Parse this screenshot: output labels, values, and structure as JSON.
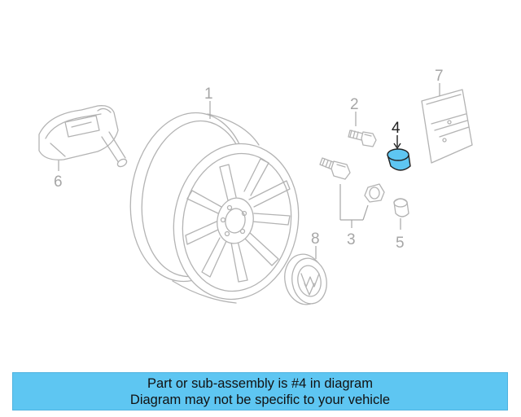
{
  "diagram": {
    "callouts": {
      "c1": "1",
      "c2": "2",
      "c3": "3",
      "c4": "4",
      "c5": "5",
      "c6": "6",
      "c7": "7",
      "c8": "8"
    },
    "highlighted_part": "4",
    "highlight_color": "#5ec6f2"
  },
  "banner": {
    "line1": "Part or sub-assembly is #4 in diagram",
    "line2": "Diagram may not be specific to your vehicle",
    "background": "#5ec6f2"
  }
}
